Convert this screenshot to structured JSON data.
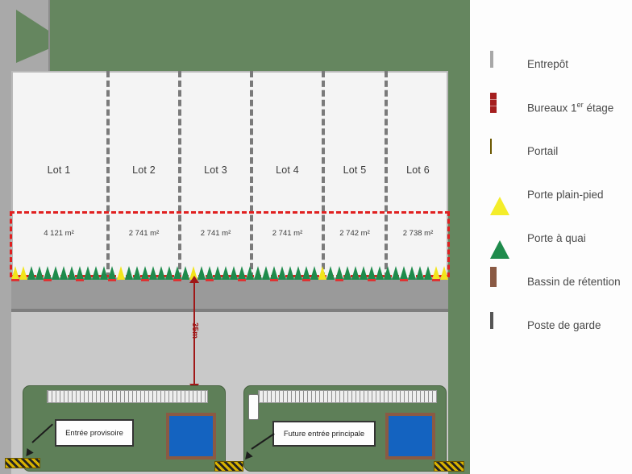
{
  "map": {
    "name": "site-plan",
    "warehouse": {
      "lots": [
        {
          "label": "Lot 1",
          "area": "4 121 m²"
        },
        {
          "label": "Lot 2",
          "area": "2 741 m²"
        },
        {
          "label": "Lot 3",
          "area": "2 741 m²"
        },
        {
          "label": "Lot 4",
          "area": "2 741 m²"
        },
        {
          "label": "Lot 5",
          "area": "2 742 m²"
        },
        {
          "label": "Lot 6",
          "area": "2 738 m²"
        }
      ]
    },
    "dimension": {
      "label": "35m"
    },
    "callouts": [
      {
        "label": "Entrée provisoire"
      },
      {
        "label": "Future entrée principale"
      }
    ]
  },
  "legend": {
    "items": [
      {
        "icon": "warehouse-swatch",
        "label": "Entrepôt",
        "label_prefix": "Entrepôt",
        "label_sup": "",
        "label_suffix": ""
      },
      {
        "icon": "offices-swatch",
        "label": "Bureaux 1er étage",
        "label_prefix": "Bureaux 1",
        "label_sup": "er",
        "label_suffix": " étage"
      },
      {
        "icon": "gate-swatch",
        "label": "Portail",
        "label_prefix": "Portail",
        "label_sup": "",
        "label_suffix": ""
      },
      {
        "icon": "ground-door-swatch",
        "label": "Porte plain-pied",
        "label_prefix": "Porte plain-pied",
        "label_sup": "",
        "label_suffix": ""
      },
      {
        "icon": "dock-door-swatch",
        "label": "Porte à quai",
        "label_prefix": "Porte à quai",
        "label_sup": "",
        "label_suffix": ""
      },
      {
        "icon": "basin-swatch",
        "label": "Bassin de rétention",
        "label_prefix": "Bassin de rétention",
        "label_sup": "",
        "label_suffix": ""
      },
      {
        "icon": "guard-post-swatch",
        "label": "Poste de garde",
        "label_prefix": "Poste de garde",
        "label_sup": "",
        "label_suffix": ""
      }
    ]
  },
  "colors": {
    "site_green": "#65865f",
    "warehouse_fill": "#f4f4f4",
    "office_outline": "#e02020",
    "dock_door": "#1f8b4c",
    "ground_door": "#f2e51c",
    "basin_blue": "#1463c0",
    "apron_gray": "#9a9a9a",
    "yard_gray": "#c9c9c9",
    "dimension_red": "#a01818"
  }
}
